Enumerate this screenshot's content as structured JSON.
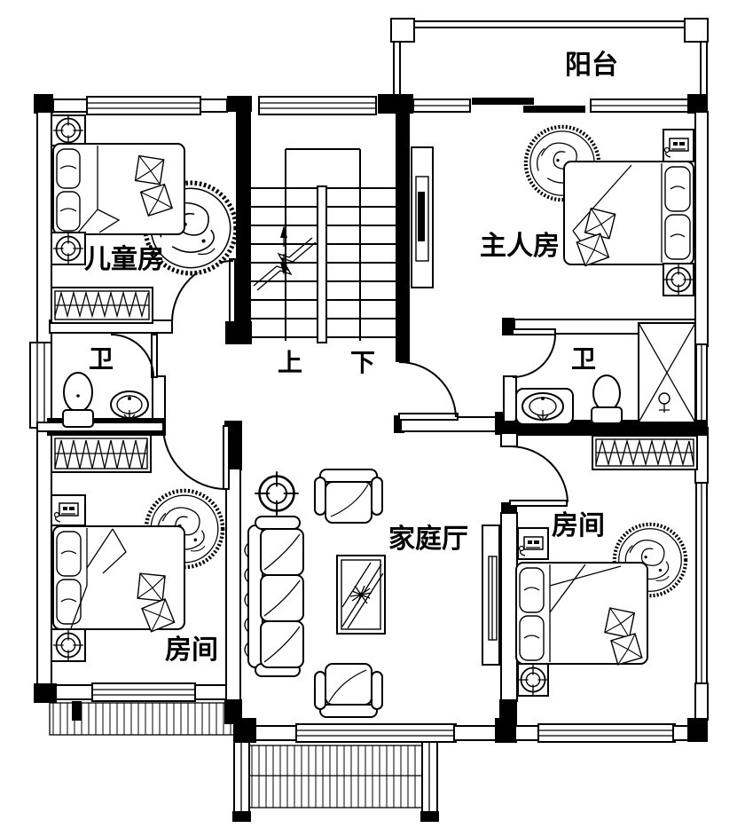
{
  "drawing": {
    "background": "#ffffff",
    "line_color": "#000000",
    "labels": {
      "balcony": "阳台",
      "kids_room": "儿童房",
      "master_room": "主人房",
      "bath_left": "卫",
      "bath_right": "卫",
      "stair_up": "上",
      "stair_down": "下",
      "family_hall": "家庭厅",
      "room_left": "房间",
      "room_right": "房间"
    }
  }
}
